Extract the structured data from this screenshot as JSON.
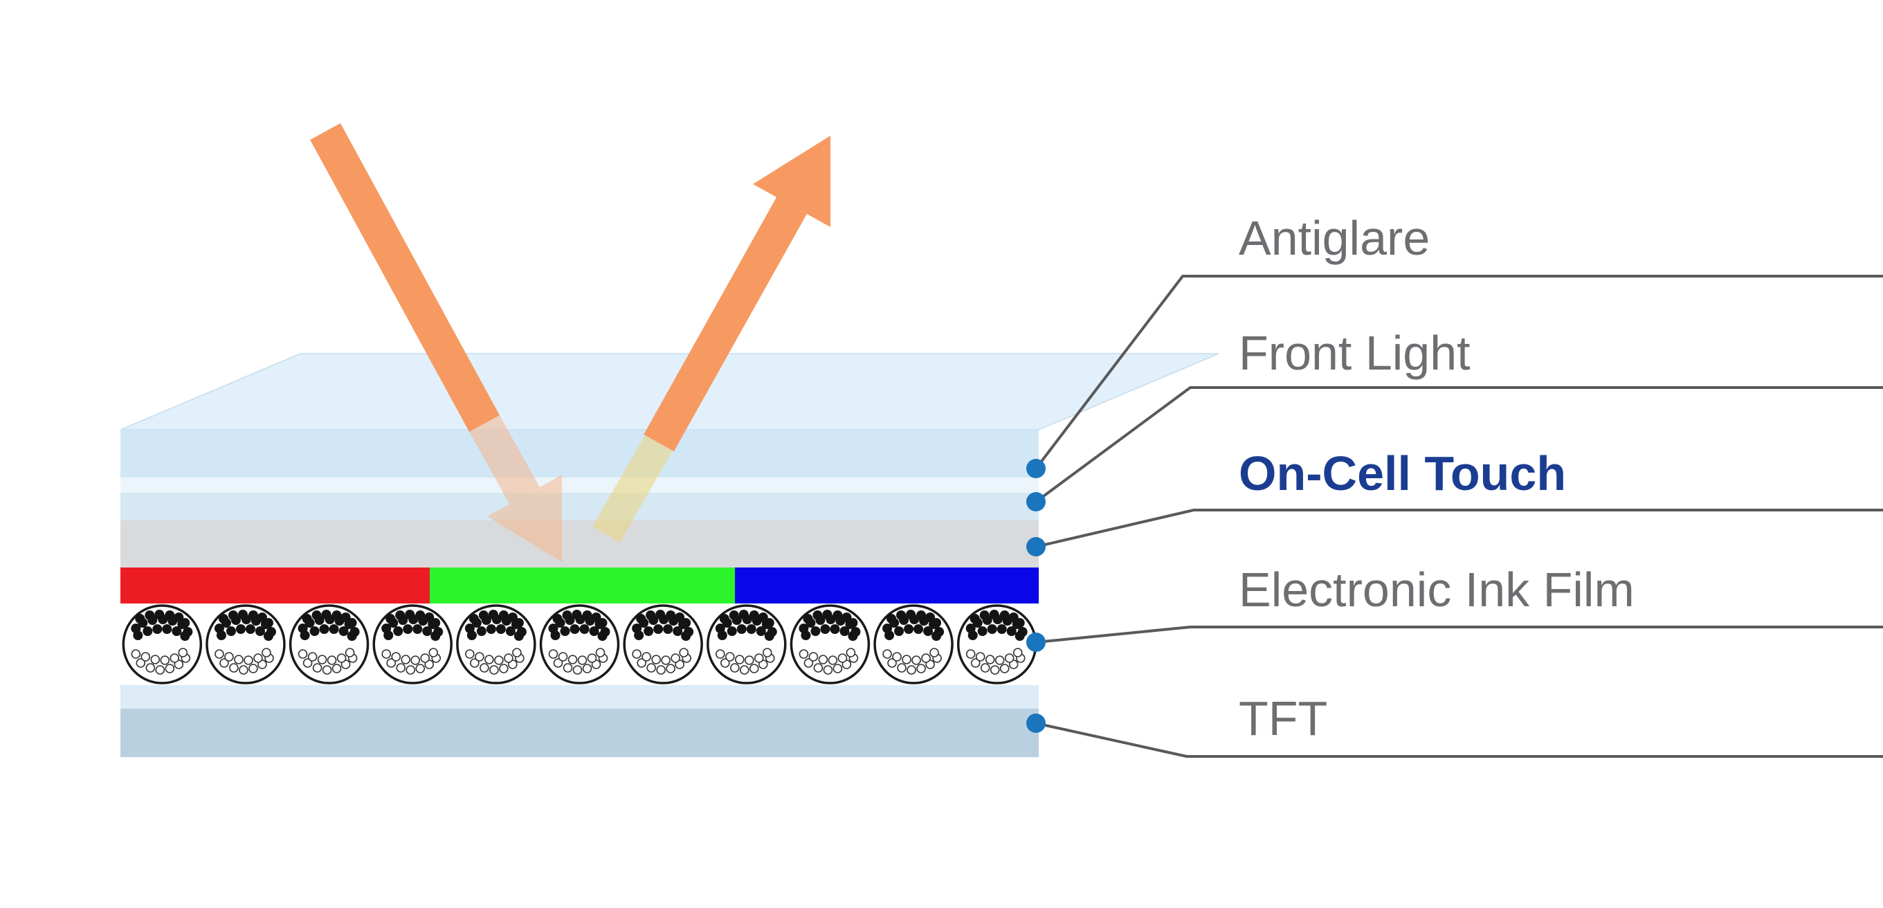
{
  "diagram": {
    "callouts": [
      {
        "text": "Antiglare",
        "color": "#6d6e71"
      },
      {
        "text": "Front Light",
        "color": "#6d6e71"
      },
      {
        "text": "On-Cell Touch",
        "color": "#1b3d91"
      },
      {
        "text": "Electronic Ink Film",
        "color": "#6d6e71"
      },
      {
        "text": "TFT",
        "color": "#6d6e71"
      }
    ],
    "layers": {
      "glass_top_face": "#e1f0fa",
      "antiglare_glass": "#d2e7f5",
      "front_light": "#ecf5fb",
      "light_guide": "#d5e8f4",
      "touch": "#d9dadb",
      "rgb_filter": [
        "#ed1c24",
        "#2bf42b",
        "#0a06e8"
      ],
      "ink_film_bg": "#ffffff",
      "adhesive": "#dcebf5",
      "tft": "#b9d0e1"
    },
    "accents": {
      "ray": "#f69a62",
      "ray_faded": "#f7b184",
      "ray_internal": "#ecd57c",
      "dot": "#1b75bc",
      "leader": "#58595b",
      "capsule_stroke": "#1a1a1a"
    },
    "capsules": {
      "count": 11
    }
  }
}
